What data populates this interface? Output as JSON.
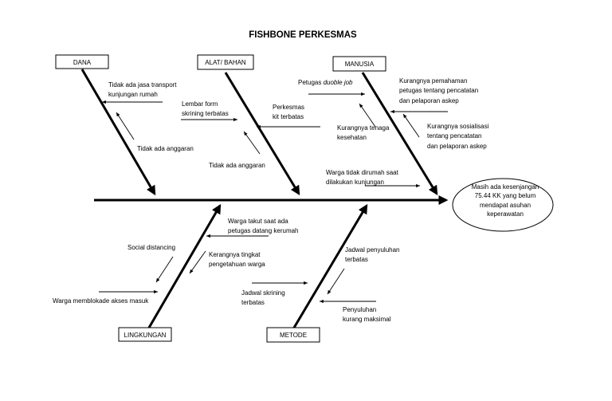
{
  "title": "FISHBONE PERKESMAS",
  "head": {
    "lines": [
      "Masih ada kesenjangan",
      "75.44 KK yang belum",
      "mendapat asuhan",
      "keperawatan"
    ]
  },
  "categories": {
    "dana": "DANA",
    "alat": "ALAT/ BAHAN",
    "manusia": "MANUSIA",
    "lingkungan": "LINGKUNGAN",
    "metode": "METODE"
  },
  "causes": {
    "dana": {
      "transport": [
        "Tidak ada jasa transport",
        "kunjungan rumah"
      ],
      "anggaran": "Tidak ada anggaran"
    },
    "alat": {
      "lembar": [
        "Lembar form",
        "skrining terbatas"
      ],
      "kit": [
        "Perkesmas",
        "kit  terbatas"
      ],
      "anggaran": "Tidak ada anggaran"
    },
    "manusia": {
      "petugas_prefix": "Petugas ",
      "petugas_italic": "duoble job",
      "kurang_tenaga": [
        "Kurangnya tenaga",
        "kesehatan"
      ],
      "pemahaman": [
        "Kurangnya pemahaman",
        "petugas tentang pencatatan",
        "dan pelaporan askep"
      ],
      "sosialisasi": [
        "Kurangnya sosialisasi",
        "tentang pencatatan",
        "dan pelaporan askep"
      ],
      "warga": [
        "Warga tidak dirumah saat",
        "dilakukan kunjungan"
      ]
    },
    "lingkungan": {
      "takut": [
        "Warga takut saat ada",
        "petugas datang kerumah"
      ],
      "social": "Social distancing",
      "pengetahuan": [
        "Kerangnya tingkat",
        "pengetahuan warga"
      ],
      "blokade": "Warga memblokade akses masuk"
    },
    "metode": {
      "jadwal_penyuluhan": [
        "Jadwal penyuluhan",
        "terbatas"
      ],
      "jadwal_skrining": [
        "Jadwal skrining",
        "terbatas"
      ],
      "penyuluhan": [
        "Penyuluhan",
        "kurang maksimal"
      ]
    }
  }
}
